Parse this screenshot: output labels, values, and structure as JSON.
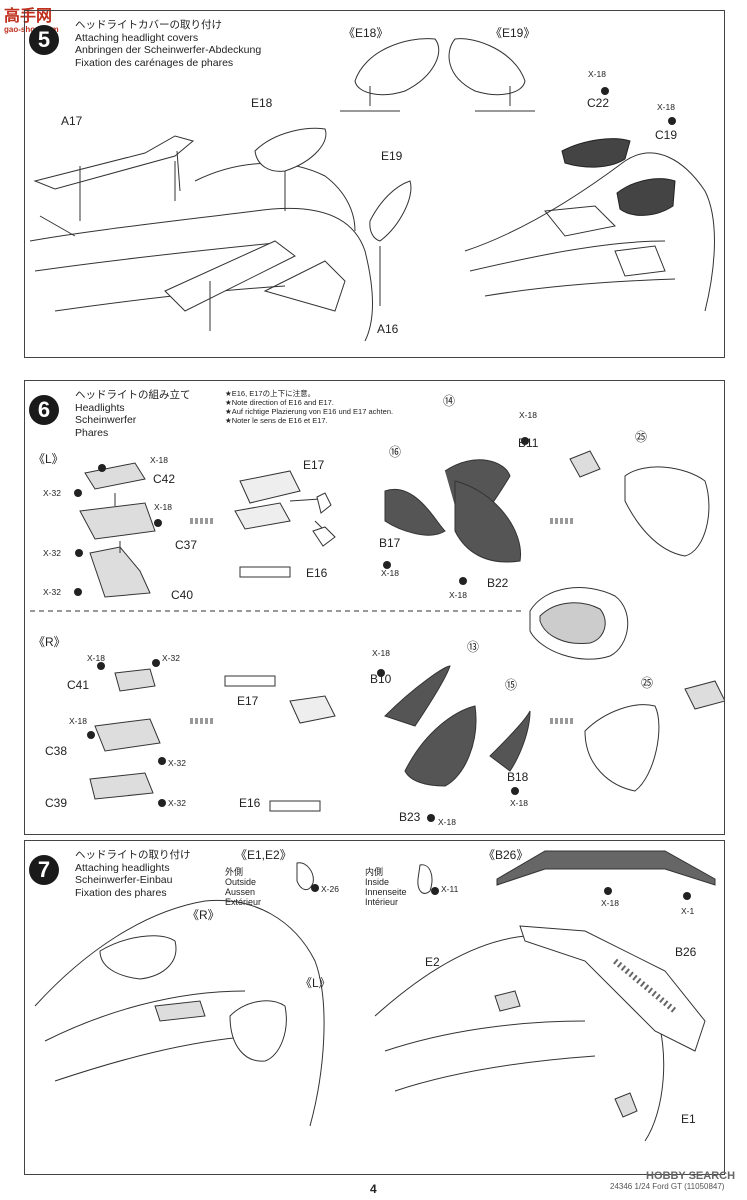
{
  "logo": {
    "chars": "高手网",
    "site": "gao-shou.com"
  },
  "step5": {
    "number": "5",
    "titles": [
      "ヘッドライトカバーの取り付け",
      "Attaching headlight covers",
      "Anbringen der Scheinwerfer-Abdeckung",
      "Fixation des carénages de phares"
    ],
    "callout_e18": "《E18》",
    "callout_e19": "《E19》",
    "parts": {
      "a17": "A17",
      "e18": "E18",
      "e19": "E19",
      "a16": "A16",
      "c22": "C22",
      "c19": "C19"
    },
    "paint": {
      "c22": "X-18",
      "c19": "X-18"
    }
  },
  "step6": {
    "number": "6",
    "titles": [
      "ヘッドライトの組み立て",
      "Headlights",
      "Scheinwerfer",
      "Phares"
    ],
    "notes": [
      "★E16, E17の上下に注意。",
      "★Note direction of E16 and E17.",
      "★Auf richtige Plazierung von E16 und E17 achten.",
      "★Noter le sens de E16 et E17."
    ],
    "left": {
      "tag": "《L》",
      "parts": {
        "c42": "C42",
        "c37": "C37",
        "c40": "C40",
        "e17": "E17",
        "e16": "E16",
        "b11": "B11",
        "b17": "B17",
        "b22": "B22"
      },
      "paint": {
        "p1": "X-18",
        "p2": "X-32",
        "p3": "X-18",
        "p4": "X-32",
        "p5": "X-32",
        "p6": "X-18",
        "p7": "X-18",
        "p8": "X-18"
      },
      "decals": {
        "d1": "⑭",
        "d2": "⑯",
        "d3": "㉕"
      }
    },
    "right": {
      "tag": "《R》",
      "parts": {
        "c41": "C41",
        "c38": "C38",
        "c39": "C39",
        "e17": "E17",
        "e16": "E16",
        "b10": "B10",
        "b18": "B18",
        "b23": "B23"
      },
      "paint": {
        "p1": "X-18",
        "p2": "X-32",
        "p3": "X-18",
        "p4": "X-32",
        "p5": "X-32",
        "p6": "X-18",
        "p7": "X-18",
        "p8": "X-18"
      },
      "decals": {
        "d1": "⑬",
        "d2": "⑮",
        "d3": "㉕"
      }
    }
  },
  "step7": {
    "number": "7",
    "titles": [
      "ヘッドライトの取り付け",
      "Attaching headlights",
      "Scheinwerfer-Einbau",
      "Fixation des phares"
    ],
    "e1e2_tag": "《E1,E2》",
    "outside": {
      "jp": "外側",
      "en": "Outside",
      "de": "Aussen",
      "fr": "Extérieur",
      "paint": "X-26"
    },
    "inside": {
      "jp": "内側",
      "en": "Inside",
      "de": "Innenseite",
      "fr": "Intérieur",
      "paint": "X-11"
    },
    "b26_tag": "《B26》",
    "b26_paint": {
      "left": "X-18",
      "right": "X-1"
    },
    "tags": {
      "r": "《R》",
      "l": "《L》"
    },
    "parts": {
      "e2": "E2",
      "b26": "B26",
      "e1": "E1"
    }
  },
  "footer": {
    "page": "4",
    "code": "24346  1/24 Ford GT (11050847)",
    "watermark": "HOBBY SEARCH"
  }
}
